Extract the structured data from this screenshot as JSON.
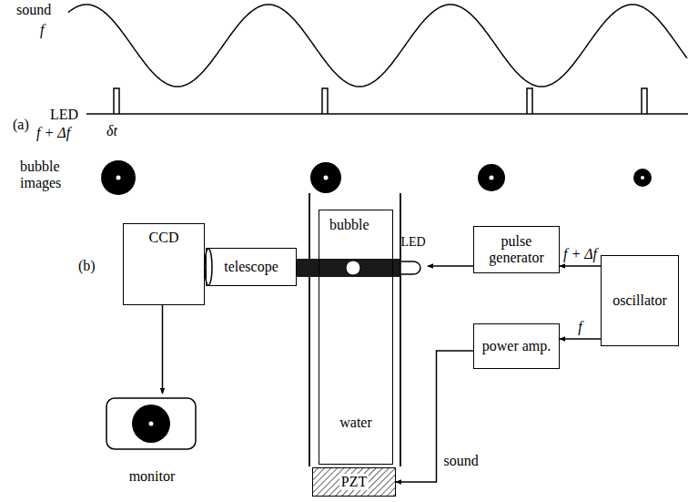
{
  "diagram": {
    "nodes": [
      {
        "text": [
          "CCD"
        ]
      },
      {
        "text": [
          "telescope"
        ]
      },
      {
        "text": [
          "water"
        ]
      },
      {
        "text": [
          "LED"
        ]
      },
      {
        "text": [
          "pulse generator"
        ]
      },
      {
        "text": [
          "oscillator"
        ]
      },
      {
        "text": [
          "power amp."
        ]
      },
      {
        "text": [
          "PZT"
        ]
      },
      {
        "text": [
          "monitor"
        ]
      }
    ],
    "edges": [
      {
        "from": 0,
        "to": 8,
        "arrow": "to"
      },
      {
        "from": 5,
        "to": 4,
        "label": "f + Δf",
        "arrow": "to"
      },
      {
        "from": 5,
        "to": 6,
        "label": "f",
        "arrow": "to"
      },
      {
        "from": 4,
        "to": 3,
        "arrow": "to"
      },
      {
        "from": 6,
        "to": 7,
        "label": "sound",
        "arrow": "to"
      }
    ],
    "labels": [
      "sound",
      "f",
      "LED",
      "f + Δf",
      "(a)",
      "δt",
      "bubble images",
      "(b)",
      "bubble"
    ]
  }
}
